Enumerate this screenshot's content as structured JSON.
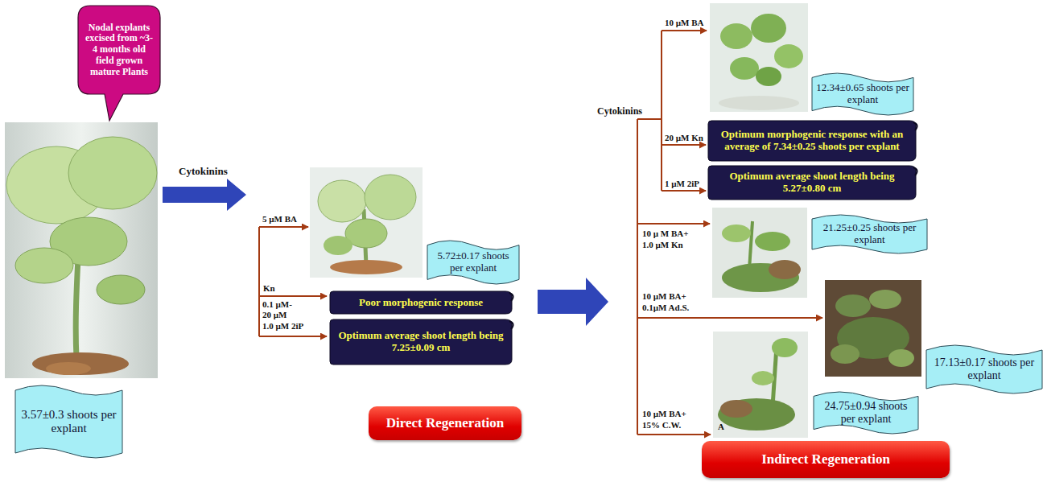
{
  "diagram": {
    "nodes": [
      {
        "text": [
          "Nodal explants excised from ~3- 4 months old field grown mature Plants"
        ]
      },
      {
        "text": [
          "3.57±0.3 shoots per explant"
        ]
      },
      {
        "text": [
          "5.72±0.17 shoots per explant"
        ]
      },
      {
        "text": [
          "Poor morphogenic response"
        ]
      },
      {
        "text": [
          "Optimum average shoot length being 7.25±0.09 cm"
        ]
      },
      {
        "text": [
          "Direct Regeneration"
        ]
      },
      {
        "text": [
          "12.34±0.65 shoots per explant"
        ]
      },
      {
        "text": [
          "Optimum morphogenic response with an average of 7.34±0.25 shoots per explant"
        ]
      },
      {
        "text": [
          "Optimum average shoot length being 5.27±0.80 cm"
        ]
      },
      {
        "text": [
          "21.25±0.25 shoots per explant"
        ]
      },
      {
        "text": [
          "17.13±0.17 shoots per explant"
        ]
      },
      {
        "text": [
          "24.75±0.94 shoots per explant"
        ]
      },
      {
        "text": [
          "Indirect Regeneration"
        ]
      }
    ],
    "labels": [
      "Cytokinins",
      "5 µM BA",
      "Kn",
      "0.1 µM-",
      "20 µM",
      "1.0 µM 2iP",
      "Cytokinins",
      "10 µM BA",
      "20 µM Kn",
      "1 µM 2iP",
      "10 µ M BA+",
      "1.0 µM Kn",
      "10 µM BA+",
      "0.1µM Ad.S.",
      "10 µM BA+",
      "15% C.W.",
      "A"
    ]
  }
}
